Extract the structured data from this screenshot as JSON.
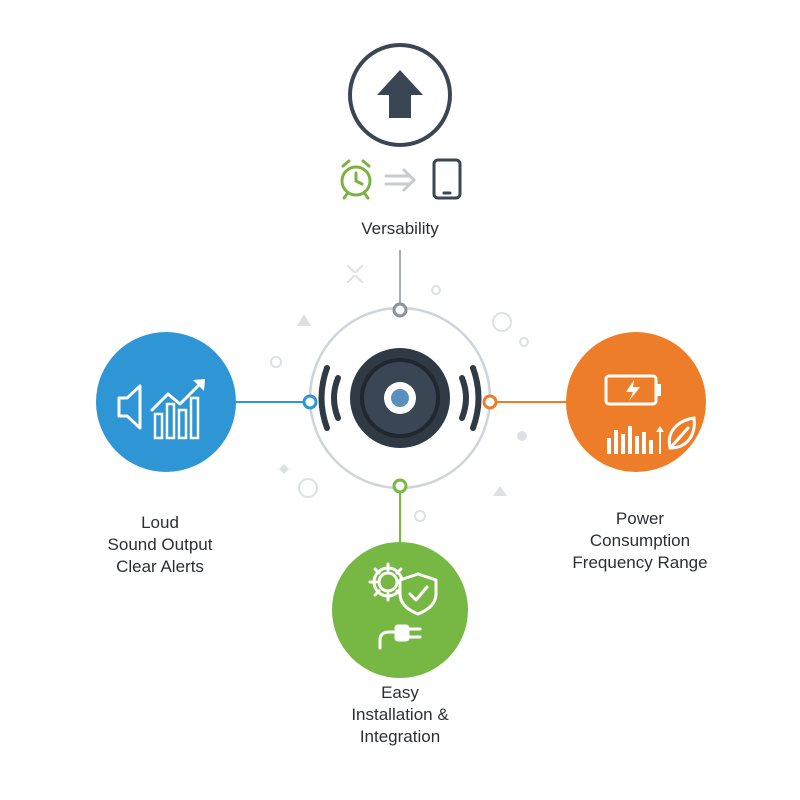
{
  "colors": {
    "hub_ring": "#cfd4d8",
    "hub_dark": "#2f3a45",
    "hub_accent": "#5b8fbf",
    "top_icon": "#3a4653",
    "top_alarm": "#7bb242",
    "blue": "#2e96d4",
    "orange": "#ee7d2a",
    "green": "#76b843",
    "text": "#2b2f33"
  },
  "nodes": {
    "top": {
      "lines": [
        "Versability"
      ],
      "icons": [
        "upload-arrow-icon",
        "alarm-clock-icon",
        "double-arrow-icon",
        "smartphone-icon"
      ]
    },
    "left": {
      "lines": [
        "Loud",
        "Sound Output",
        "Clear Alerts"
      ],
      "icons": [
        "speaker-icon",
        "bar-chart-trend-icon"
      ]
    },
    "right": {
      "lines": [
        "Power",
        "Consumption",
        "Frequency Range"
      ],
      "icons": [
        "battery-charging-icon",
        "equalizer-icon",
        "leaf-icon"
      ]
    },
    "bottom": {
      "lines": [
        "Easy",
        "Installation &",
        "Integration"
      ],
      "icons": [
        "gear-icon",
        "shield-check-icon",
        "plug-icon"
      ]
    }
  }
}
